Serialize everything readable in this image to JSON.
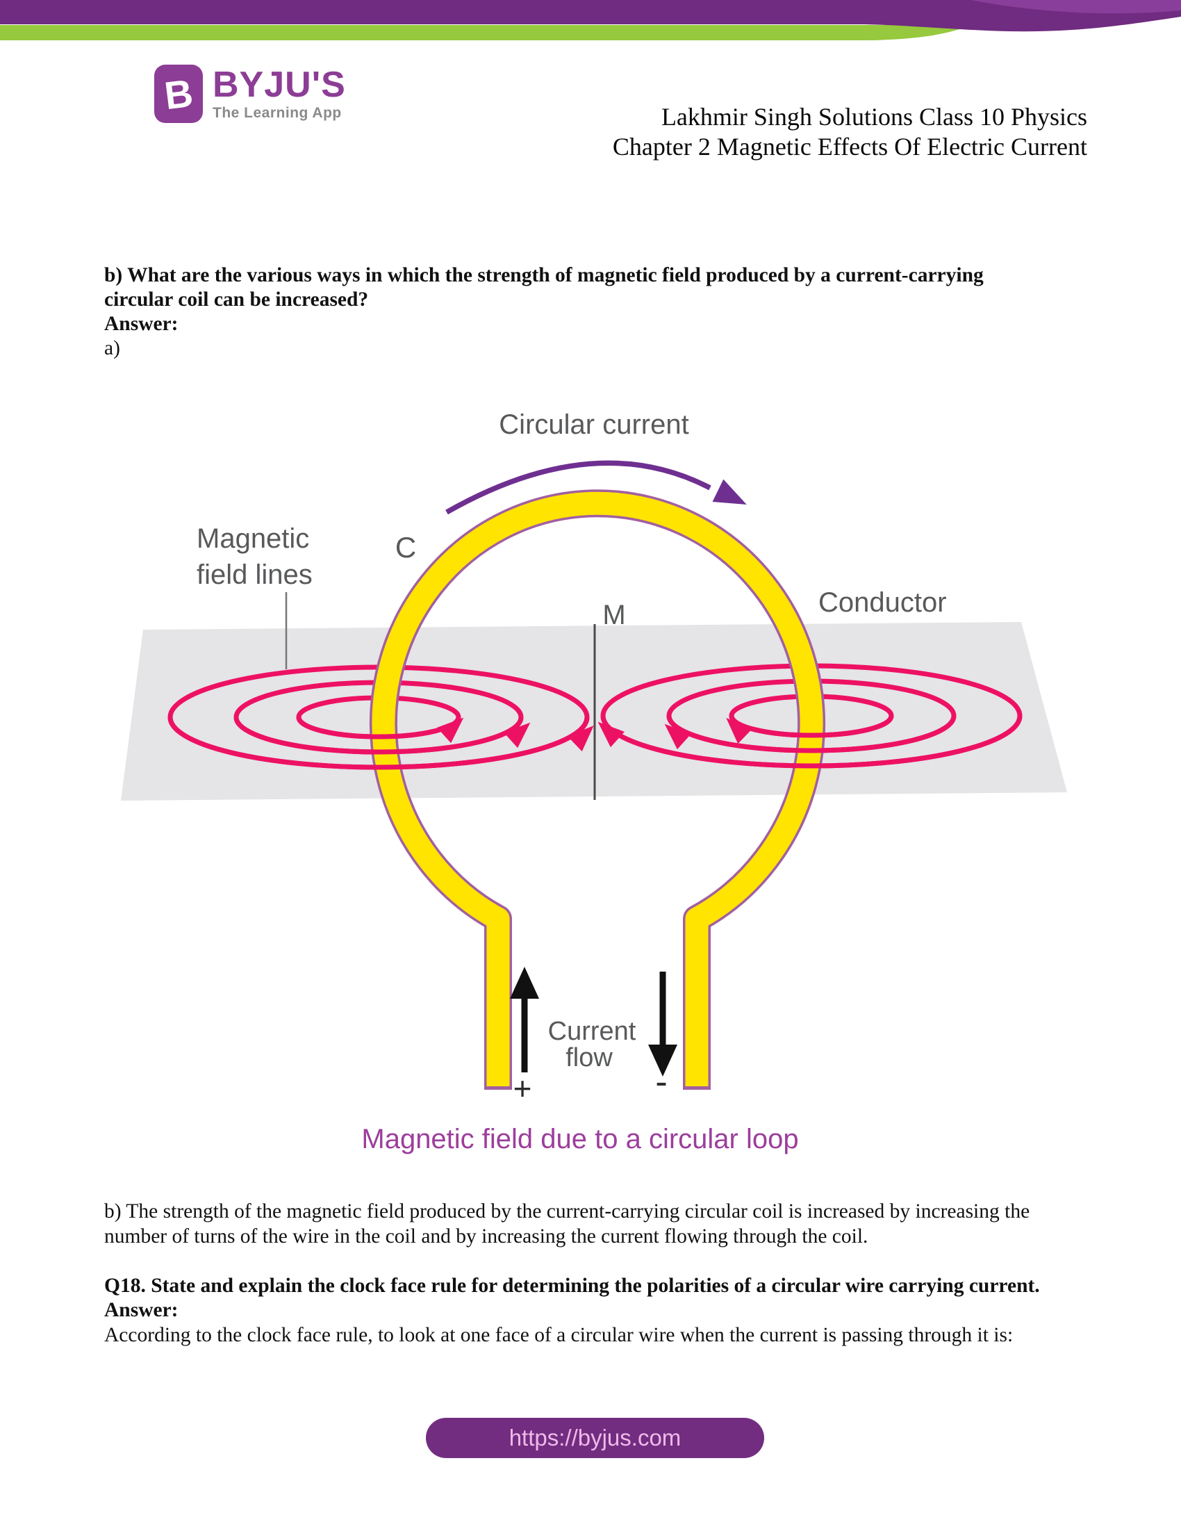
{
  "header": {
    "logo": {
      "letter": "B",
      "name": "BYJU'S",
      "tagline": "The Learning App"
    },
    "title_lines": [
      "Lakhmir Singh Solutions Class 10 Physics",
      "Chapter 2 Magnetic Effects Of Electric Current"
    ],
    "colors": {
      "band_purple": "#702C80",
      "band_purple_light": "#8A3E9B",
      "band_green": "#96C93D",
      "logo_purple": "#8C3D95"
    }
  },
  "question": {
    "line1": "b) What are the various ways in which the strength of magnetic field produced by a current-carrying",
    "line2": "circular coil can be increased?",
    "answer_label": "Answer:",
    "part_label": "a)"
  },
  "diagram": {
    "labels": {
      "circular_current": "Circular current",
      "magnetic_1": "Magnetic",
      "magnetic_2": "field lines",
      "point_c": "C",
      "conductor": "Conductor",
      "point_m": "M",
      "current_1": "Current",
      "current_2": "flow",
      "plus": "+",
      "minus": "-"
    },
    "caption": "Magnetic field due to a circular loop",
    "colors": {
      "wire": "#FFE400",
      "wire_outline": "#A35FA0",
      "field_line": "#ED1164",
      "plane": "#E5E4E6",
      "label": "#58595B",
      "flow_arrow": "#6F2F91",
      "caption": "#9C3E9C",
      "current_arrow": "#2b2b2b"
    }
  },
  "body": {
    "answer_b_line1": "b) The strength of the magnetic field produced by the current-carrying circular coil is increased by increasing the",
    "answer_b_line2": "number of turns of the wire in the coil and by increasing the current flowing through the coil.",
    "q18": "Q18. State and explain the clock face rule for determining the polarities of a circular wire carrying current.",
    "answer_label": "Answer:",
    "q18_answer": "According to the clock face rule, to look at one face of a circular wire when the current is passing through it is:"
  },
  "footer": {
    "url": "https://byjus.com",
    "pill_color": "#722D80"
  }
}
